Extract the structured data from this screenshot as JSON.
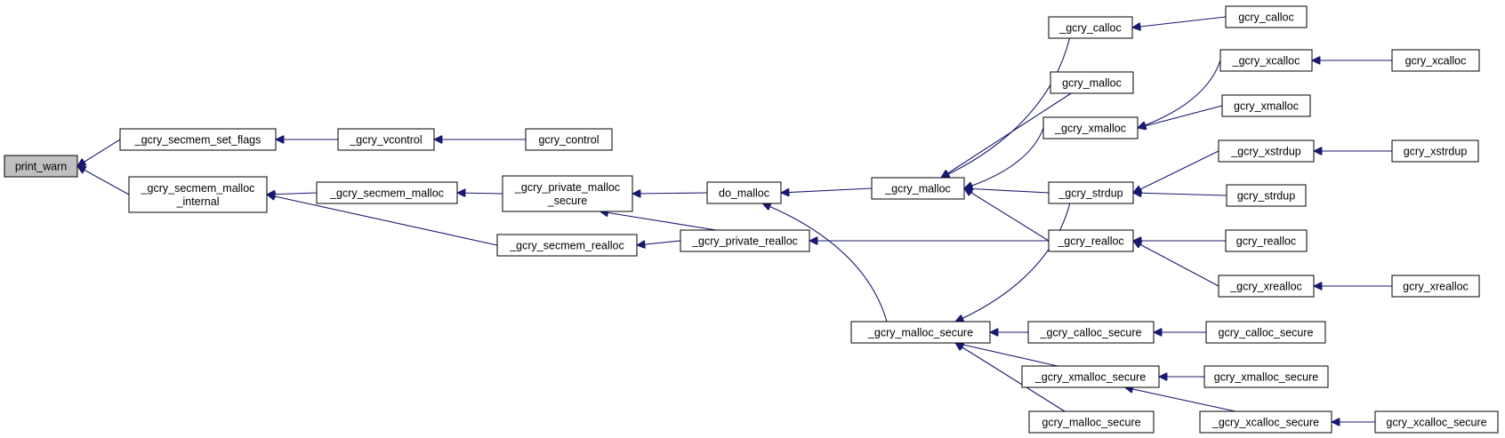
{
  "graph": {
    "edge_color": "#191970",
    "root_fill": "#bfbfbf",
    "nodes": {
      "print_warn": [
        "print_warn"
      ],
      "secmem_set_flags": [
        "_gcry_secmem_set_flags"
      ],
      "secmem_malloc_internal": [
        "_gcry_secmem_malloc",
        "_internal"
      ],
      "vcontrol": [
        "_gcry_vcontrol"
      ],
      "gcry_control": [
        "gcry_control"
      ],
      "secmem_malloc": [
        "_gcry_secmem_malloc"
      ],
      "private_malloc_secure": [
        "_gcry_private_malloc",
        "_secure"
      ],
      "secmem_realloc": [
        "_gcry_secmem_realloc"
      ],
      "do_malloc": [
        "do_malloc"
      ],
      "private_realloc": [
        "_gcry_private_realloc"
      ],
      "gcry_malloc": [
        "_gcry_malloc"
      ],
      "malloc_secure": [
        "_gcry_malloc_secure"
      ],
      "_gcry_calloc": [
        "_gcry_calloc"
      ],
      "gcry_malloc_pub": [
        "gcry_malloc"
      ],
      "_gcry_xmalloc": [
        "_gcry_xmalloc"
      ],
      "_gcry_strdup": [
        "_gcry_strdup"
      ],
      "_gcry_realloc": [
        "_gcry_realloc"
      ],
      "calloc_secure": [
        "_gcry_calloc_secure"
      ],
      "xmalloc_secure": [
        "_gcry_xmalloc_secure"
      ],
      "gcry_malloc_secure_pub": [
        "gcry_malloc_secure"
      ],
      "gcry_calloc": [
        "gcry_calloc"
      ],
      "_gcry_xcalloc": [
        "_gcry_xcalloc"
      ],
      "gcry_xmalloc": [
        "gcry_xmalloc"
      ],
      "_gcry_xstrdup": [
        "_gcry_xstrdup"
      ],
      "gcry_strdup": [
        "gcry_strdup"
      ],
      "gcry_realloc": [
        "gcry_realloc"
      ],
      "_gcry_xrealloc": [
        "_gcry_xrealloc"
      ],
      "gcry_calloc_secure": [
        "gcry_calloc_secure"
      ],
      "gcry_xmalloc_secure": [
        "gcry_xmalloc_secure"
      ],
      "xcalloc_secure": [
        "_gcry_xcalloc_secure"
      ],
      "gcry_xcalloc": [
        "gcry_xcalloc"
      ],
      "gcry_xstrdup": [
        "gcry_xstrdup"
      ],
      "gcry_xrealloc": [
        "gcry_xrealloc"
      ],
      "gcry_xcalloc_secure": [
        "gcry_xcalloc_secure"
      ]
    }
  }
}
